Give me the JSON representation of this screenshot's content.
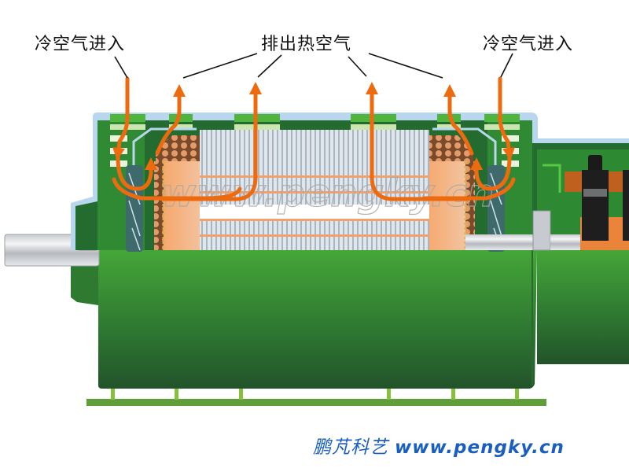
{
  "labels": {
    "cold_air_in_left": "冷空气进入",
    "hot_air_out": "排出热空气",
    "cold_air_in_right": "冷空气进入"
  },
  "watermark": "www.pengky.cn",
  "footer": {
    "brand_cn": "鹏芃科艺",
    "url": "www.pengky.cn"
  },
  "colors": {
    "airflow_arrow": "#ee6a0f",
    "housing_green": "#3d9e35",
    "housing_dark_green": "#1f5a2a",
    "frame_light_blue": "#b8d6ee",
    "stator_gray": "#d4dde4",
    "winding_copper": "#f0a46c",
    "base_green": "#6aa83a",
    "footer_blue": "#1a5fc0"
  }
}
